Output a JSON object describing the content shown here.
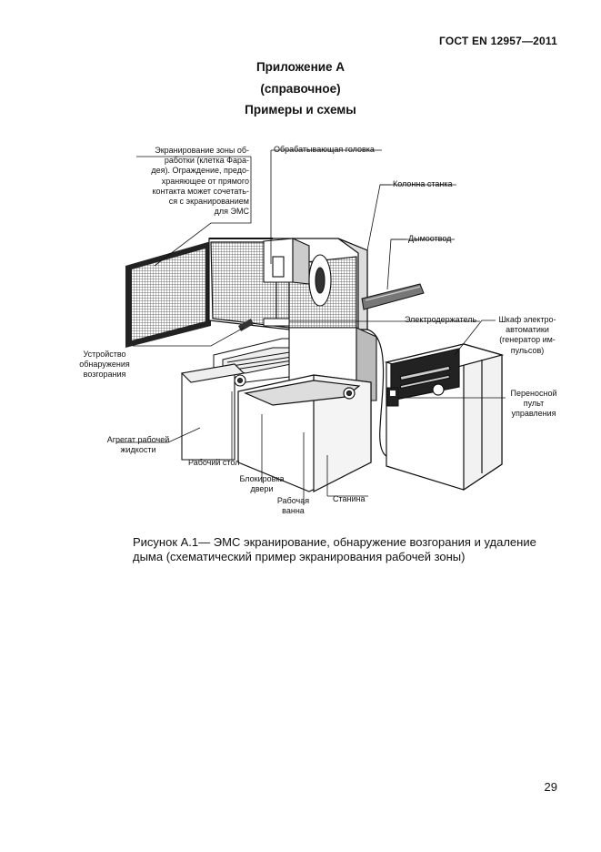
{
  "header": {
    "standard": "ГОСТ EN 12957—2011"
  },
  "annex": {
    "title": "Приложение А",
    "type": "(справочное)",
    "subtitle": "Примеры и схемы"
  },
  "figure": {
    "labels": {
      "shielding": [
        "Экранирование зоны об-",
        "работки (клетка Фара-",
        "дея). Ограждение, предо-",
        "храняющее от прямого",
        "контакта может сочетать-",
        "ся с экранированием",
        "для ЭМС"
      ],
      "machining_head": "Обрабатывающая головка",
      "machine_column": "Колонна станка",
      "smoke_exhaust": "Дымоотвод",
      "electrode_holder": "Электродержатель",
      "control_cabinet": [
        "Шкаф электро-",
        "автоматики",
        "(генератор им-",
        "пульсов)"
      ],
      "fire_detector": [
        "Устройство",
        "обнаружения",
        "возгорания"
      ],
      "portable_pendant": [
        "Переносной",
        "пульт",
        "управления"
      ],
      "fluid_unit": [
        "Агрегат рабочей",
        "жидкости"
      ],
      "work_table": "Рабочий стол",
      "door_interlock": [
        "Блокировка",
        "двери"
      ],
      "work_tank": [
        "Рабочая",
        "ванна"
      ],
      "machine_bed": "Станина"
    },
    "caption": [
      "Рисунок А.1— ЭМС экранирование, обнаружение возгорания и удаление",
      "дыма (схематический пример экранирования рабочей зоны)"
    ]
  },
  "page_number": "29"
}
